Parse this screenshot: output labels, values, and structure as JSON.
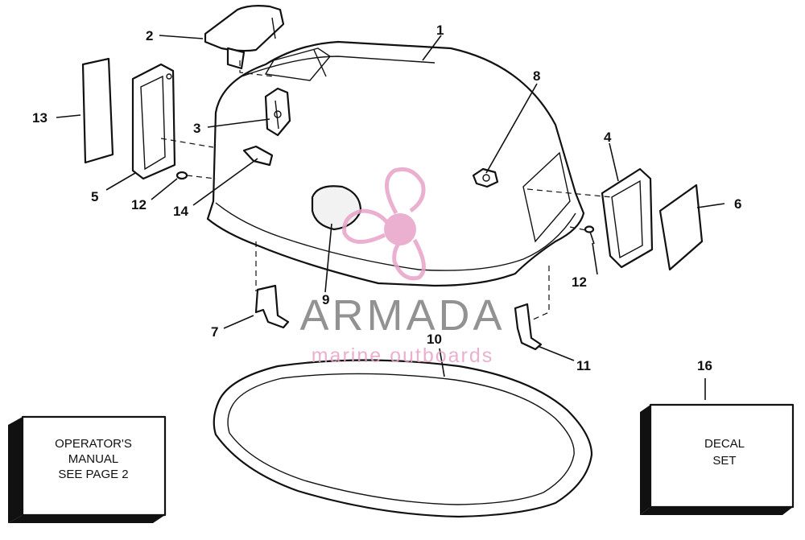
{
  "callouts": {
    "c1": "1",
    "c2": "2",
    "c3": "3",
    "c4": "4",
    "c5": "5",
    "c6": "6",
    "c7": "7",
    "c8": "8",
    "c9": "9",
    "c10": "10",
    "c11": "11",
    "c12a": "12",
    "c12b": "12",
    "c13": "13",
    "c14": "14",
    "c16": "16"
  },
  "boxes": {
    "manual": [
      "OPERATOR'S",
      "MANUAL",
      "SEE PAGE 2"
    ],
    "decal": [
      "DECAL",
      "SET"
    ]
  },
  "watermark": {
    "title": "ARMADA",
    "subtitle": "marine outboards",
    "color_pink": "#e8a2c8",
    "color_gray": "#808080"
  }
}
